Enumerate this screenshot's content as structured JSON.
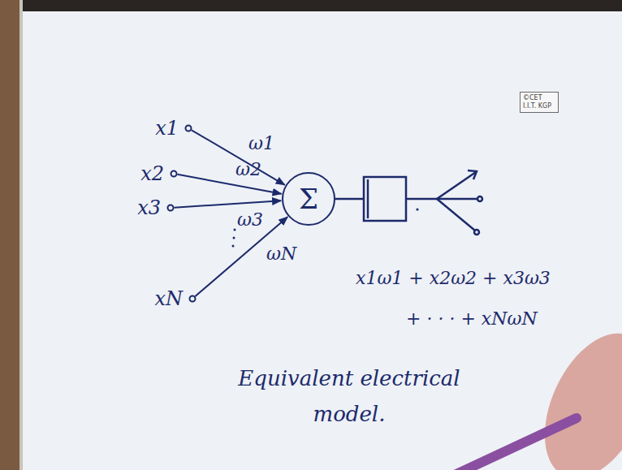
{
  "diagram": {
    "caption": "Equivalent electrical model.",
    "nodes": [
      {
        "text": [
          "©CET I.I.T. KGP"
        ]
      },
      {
        "text": [
          "x1"
        ]
      },
      {
        "text": [
          "x2"
        ]
      },
      {
        "text": [
          "x3"
        ]
      },
      {
        "text": [
          "xN"
        ]
      },
      {
        "text": [
          "Σ"
        ]
      }
    ],
    "edges": [
      {
        "from": 1,
        "to": 5,
        "arrow": "to",
        "label": "ω1"
      },
      {
        "from": 2,
        "to": 5,
        "arrow": "to",
        "label": "ω2"
      },
      {
        "from": 3,
        "to": 5,
        "arrow": "to",
        "label": "ω3"
      },
      {
        "from": 4,
        "to": 5,
        "arrow": "to",
        "label": "ωN"
      }
    ],
    "labels": [
      "x1ω1 + x2ω2 + x3ω3",
      "+ · · · + xNωN"
    ]
  }
}
